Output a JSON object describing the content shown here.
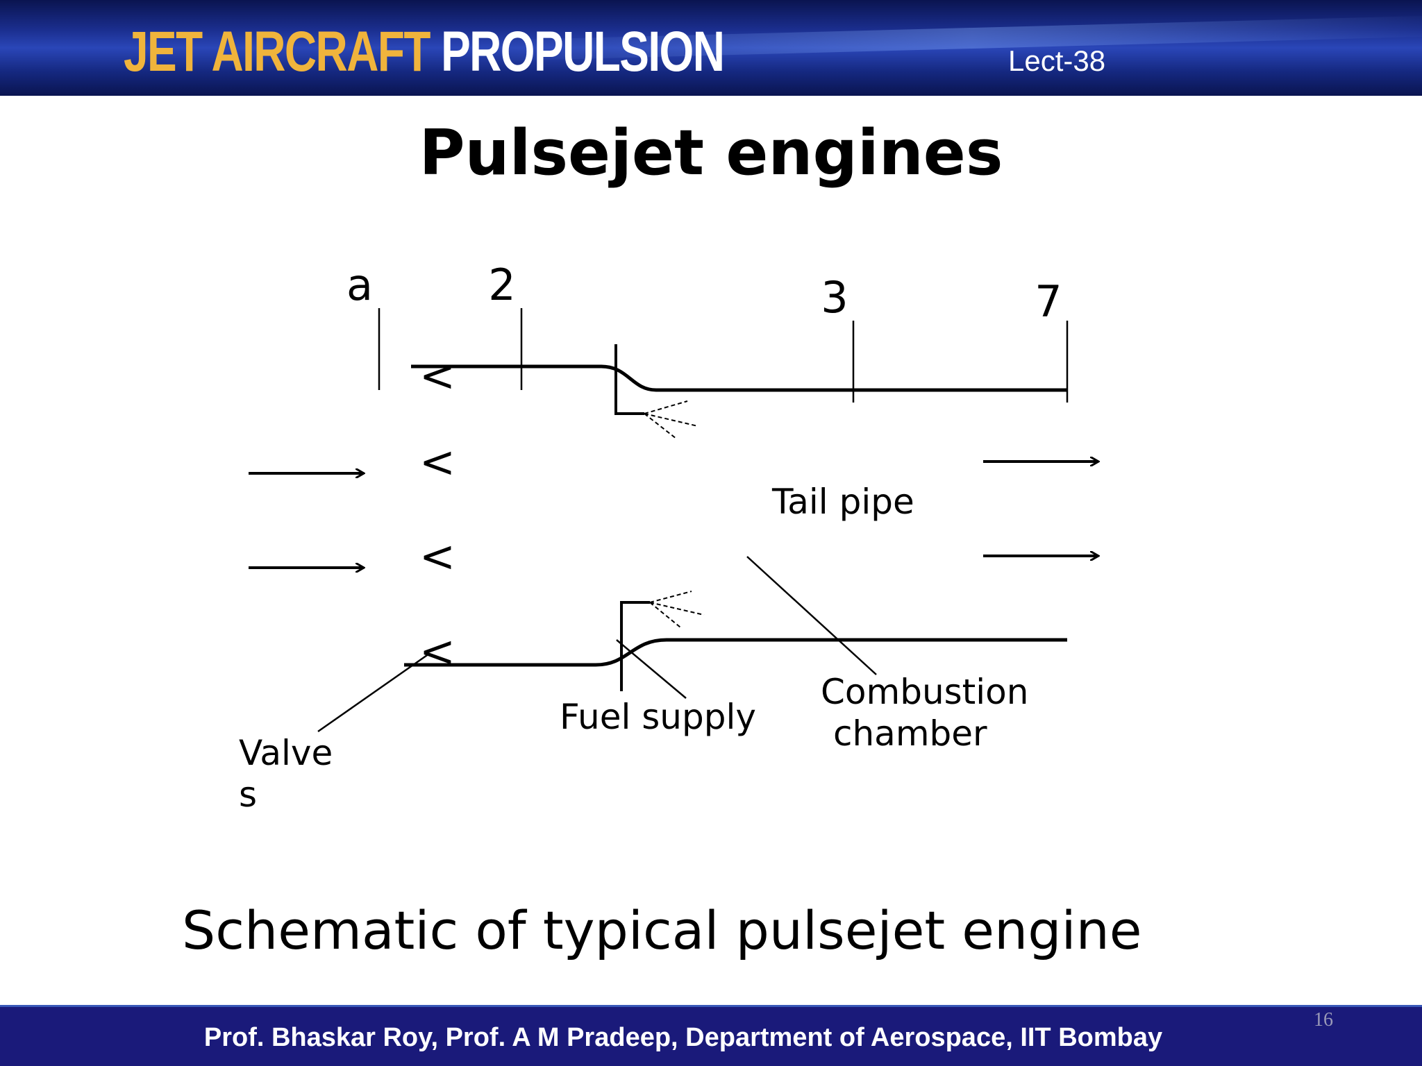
{
  "header": {
    "brand_part1": "JET AIRCRAFT",
    "brand_part2": "PROPULSION",
    "lecture": "Lect-38"
  },
  "title": "Pulsejet engines",
  "diagram": {
    "station_labels": [
      "a",
      "2",
      "3",
      "7"
    ],
    "labels": {
      "tail_pipe": "Tail pipe",
      "combustion_line1": "Combustion",
      "combustion_line2": "chamber",
      "fuel_supply": "Fuel supply",
      "valves_line1": "Valve",
      "valves_line2": "s"
    },
    "valve_glyph": "<"
  },
  "caption": "Schematic of typical pulsejet engine",
  "footer": {
    "text": "Prof. Bhaskar Roy, Prof. A M Pradeep, Department of Aerospace, IIT  Bombay",
    "page_number": "16"
  },
  "colors": {
    "header_bg": "#1a2d8c",
    "brand_accent": "#f0b43c",
    "footer_bg": "#1a1a7a"
  }
}
